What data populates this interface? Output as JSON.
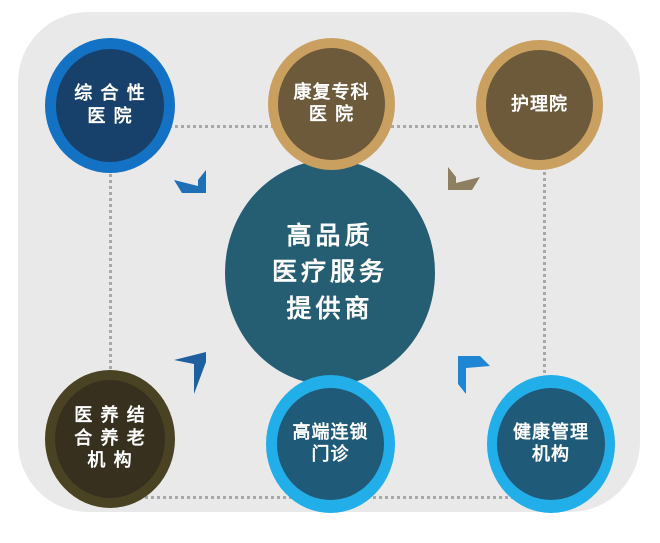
{
  "center": {
    "label": "高品质\n医疗服务\n提供商"
  },
  "nodes": [
    {
      "label": "综 合 性\n医 院"
    },
    {
      "label": "康复专科\n医 院"
    },
    {
      "label": "护理院"
    },
    {
      "label": "医 养 结\n合 养 老\n机 构"
    },
    {
      "label": "高端连锁\n门诊"
    },
    {
      "label": "健康管理\n机构"
    }
  ],
  "colors": {
    "panel": "#e9e9ea",
    "center": "#255e72",
    "blue_ring": "#1470c0",
    "gold_ring": "#c9a060",
    "cyan_ring": "#22aee8"
  }
}
